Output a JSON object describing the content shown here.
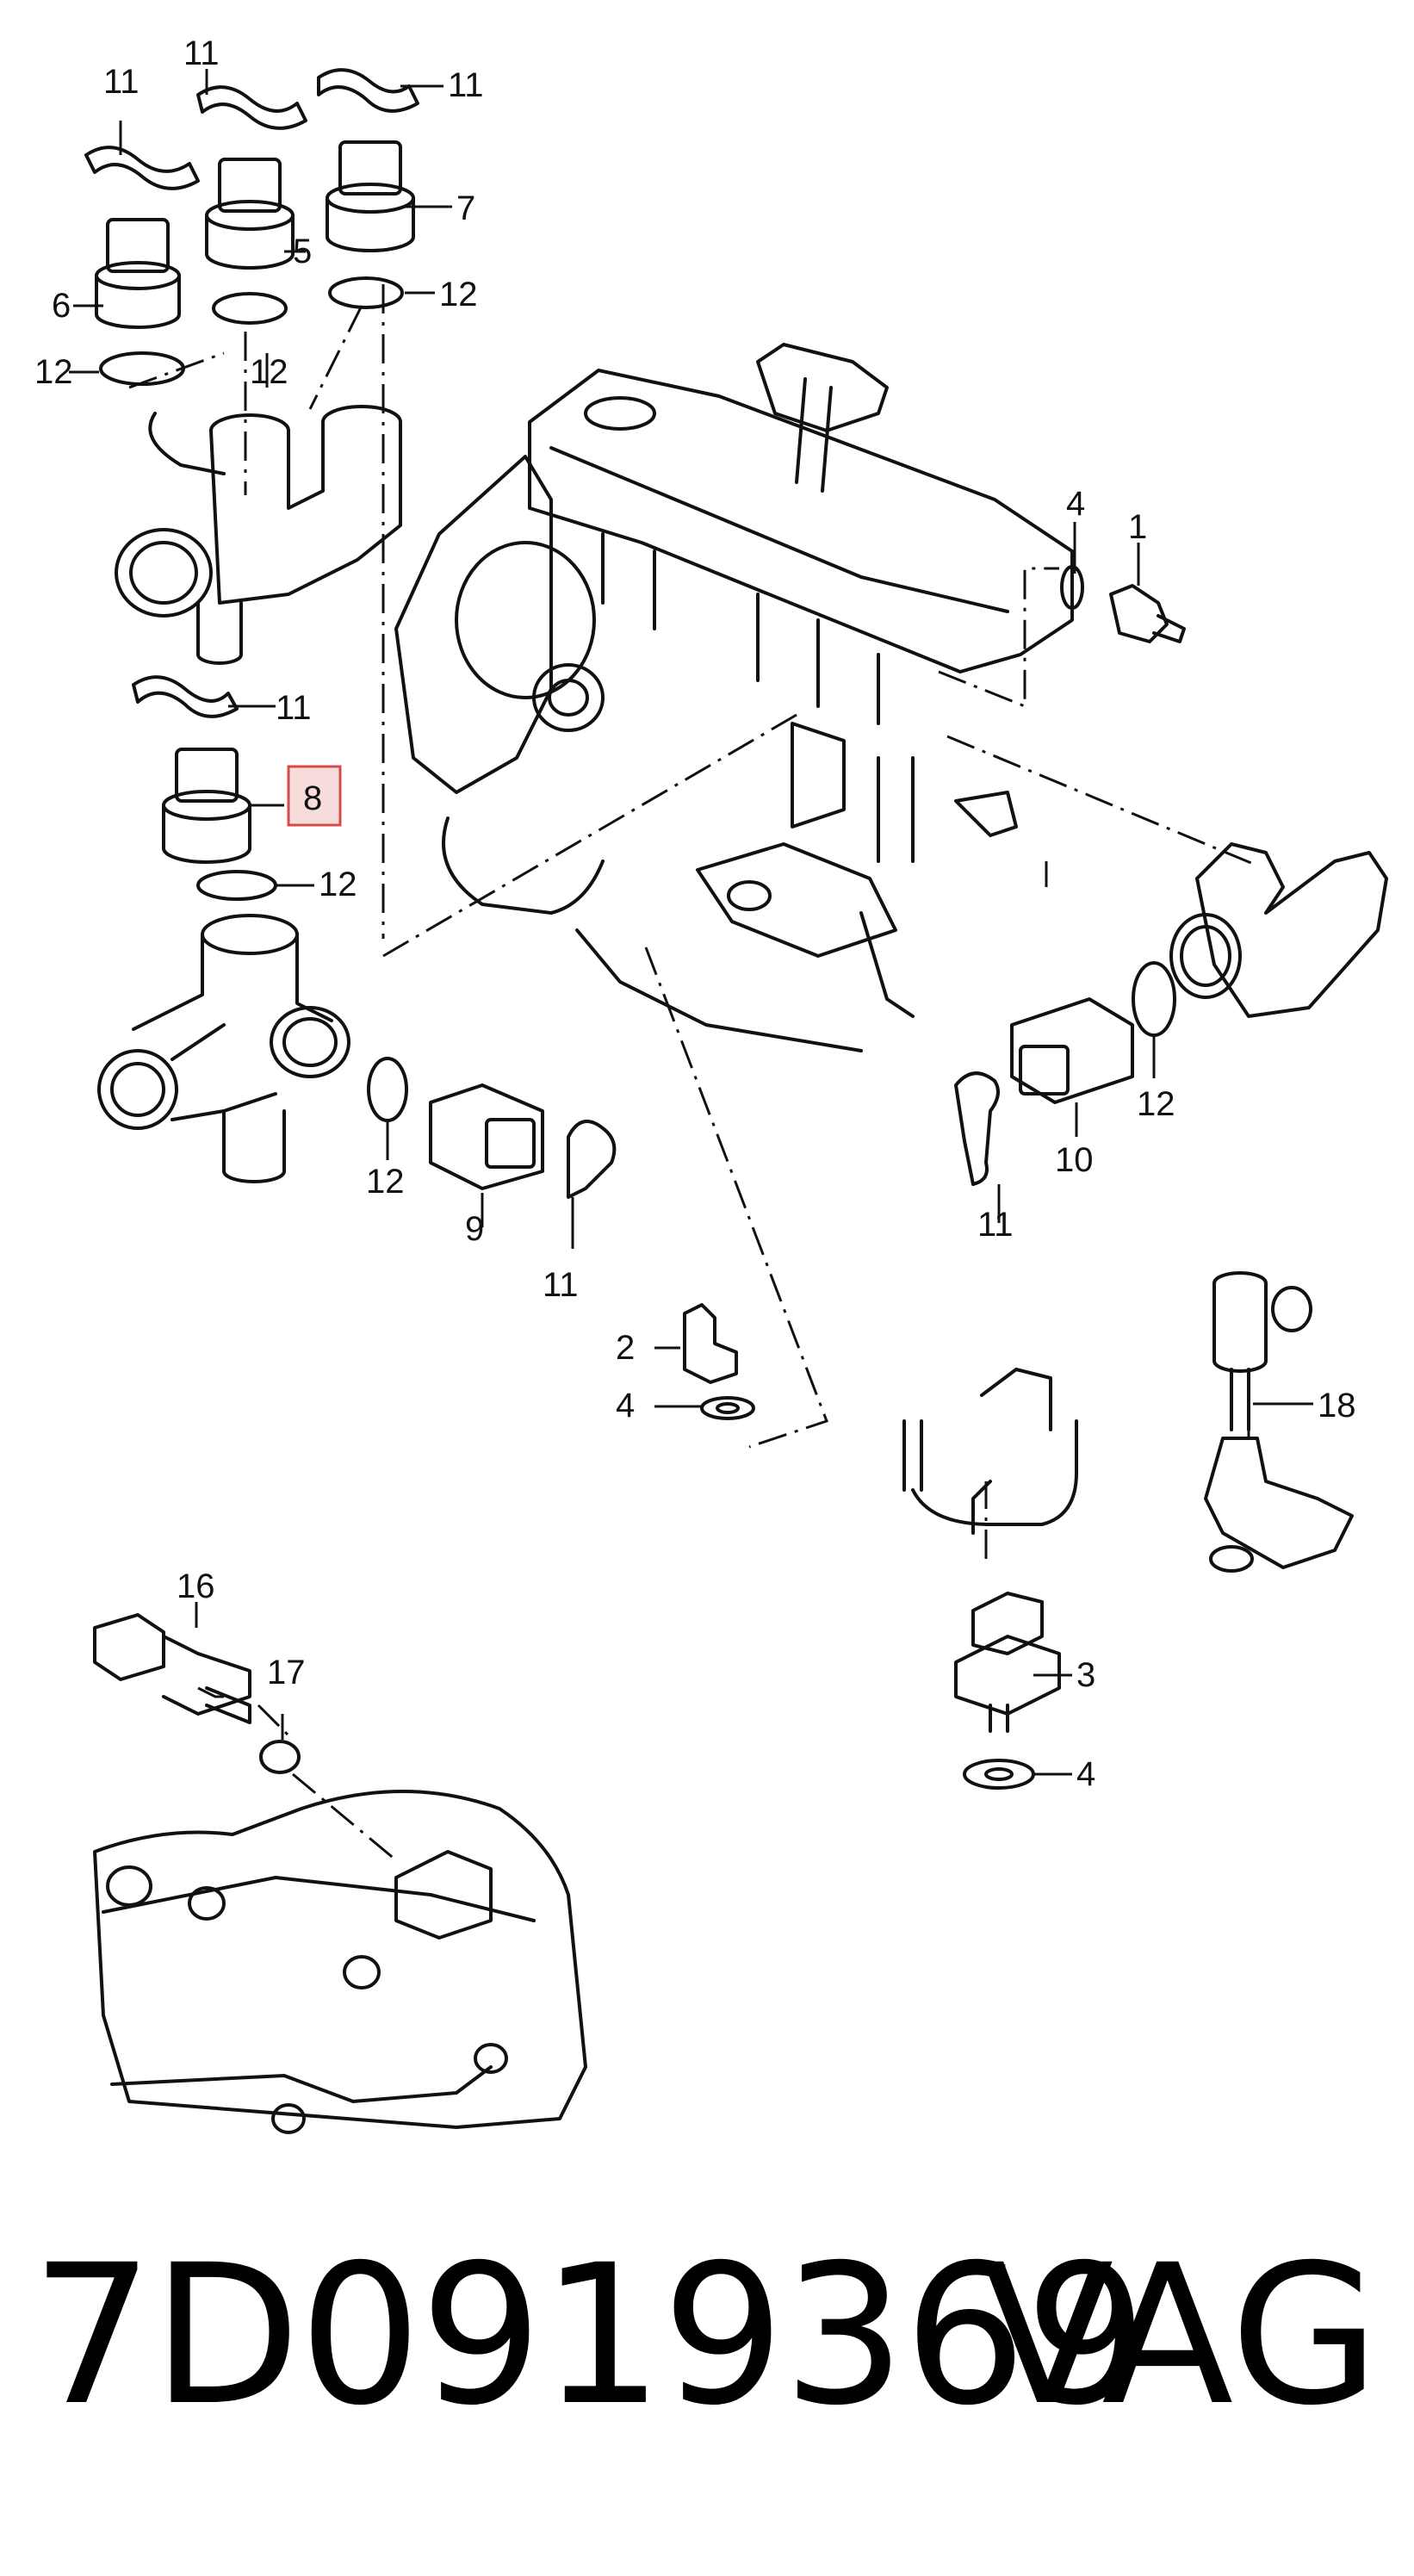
{
  "callouts": {
    "c1": "1",
    "c2": "2",
    "c3": "3",
    "c4a": "4",
    "c4b": "4",
    "c4c": "4",
    "c5": "5",
    "c6": "6",
    "c7": "7",
    "c8": "8",
    "c9": "9",
    "c10": "10",
    "c11a": "11",
    "c11b": "11",
    "c11c": "11",
    "c11d": "11",
    "c11e": "11",
    "c11f": "11",
    "c12a": "12",
    "c12b": "12",
    "c12c": "12",
    "c12d": "12",
    "c12e": "12",
    "c12f": "12",
    "c16": "16",
    "c17": "17",
    "c18": "18"
  },
  "highlighted_callout": "8",
  "highlight_color": "#d64b4b",
  "footer": {
    "part_number": "7D0919369",
    "brand": "VAG"
  }
}
